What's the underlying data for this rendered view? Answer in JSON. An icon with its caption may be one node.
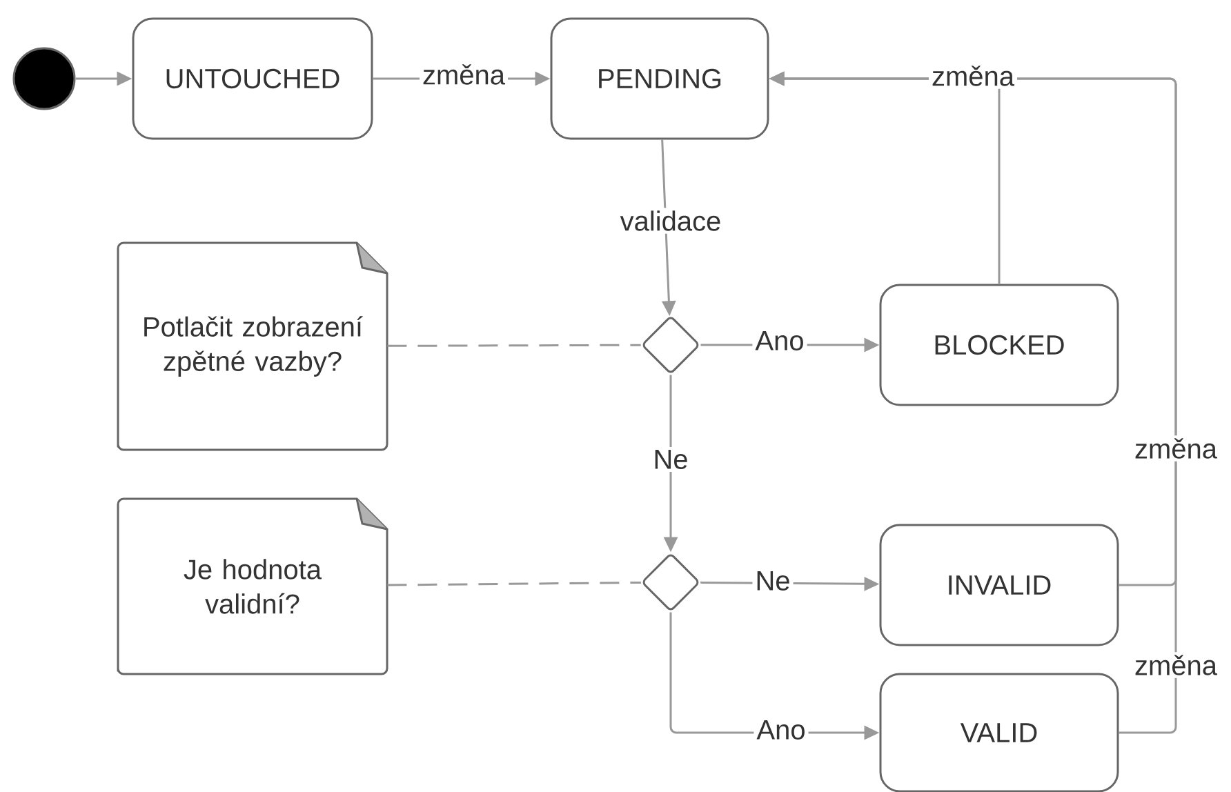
{
  "diagram": {
    "nodes": [
      {
        "text": [],
        "shape": "circle"
      },
      {
        "text": [
          "UNTOUCHED"
        ]
      },
      {
        "text": [
          "PENDING"
        ]
      },
      {
        "text": [
          "Potlačit zobrazení zpětné vazby?"
        ]
      },
      {
        "text": [],
        "shape": "diamond"
      },
      {
        "text": [
          "BLOCKED"
        ]
      },
      {
        "text": [
          "Je hodnota validní?"
        ]
      },
      {
        "text": [],
        "shape": "diamond"
      },
      {
        "text": [
          "INVALID"
        ]
      },
      {
        "text": [
          "VALID"
        ]
      }
    ],
    "edges": [
      {
        "from": 0,
        "to": 1,
        "arrow": "to"
      },
      {
        "from": 1,
        "to": 2,
        "arrow": "to",
        "label": "změna"
      },
      {
        "from": 2,
        "to": 4,
        "arrow": "to",
        "label": "validace"
      },
      {
        "from": 3,
        "to": 4,
        "arrow": "none",
        "style": "dashed"
      },
      {
        "from": 4,
        "to": 5,
        "arrow": "to",
        "label": "Ano"
      },
      {
        "from": 4,
        "to": 7,
        "arrow": "to",
        "label": "Ne"
      },
      {
        "from": 6,
        "to": 7,
        "arrow": "none",
        "style": "dashed"
      },
      {
        "from": 7,
        "to": 8,
        "arrow": "to",
        "label": "Ne"
      },
      {
        "from": 7,
        "to": 9,
        "arrow": "to",
        "label": "Ano"
      },
      {
        "from": 5,
        "to": 2,
        "arrow": "to",
        "label": "změna"
      },
      {
        "from": 8,
        "to": 2,
        "arrow": "to",
        "label": "změna"
      },
      {
        "from": 9,
        "to": 2,
        "arrow": "to",
        "label": "změna"
      }
    ]
  }
}
